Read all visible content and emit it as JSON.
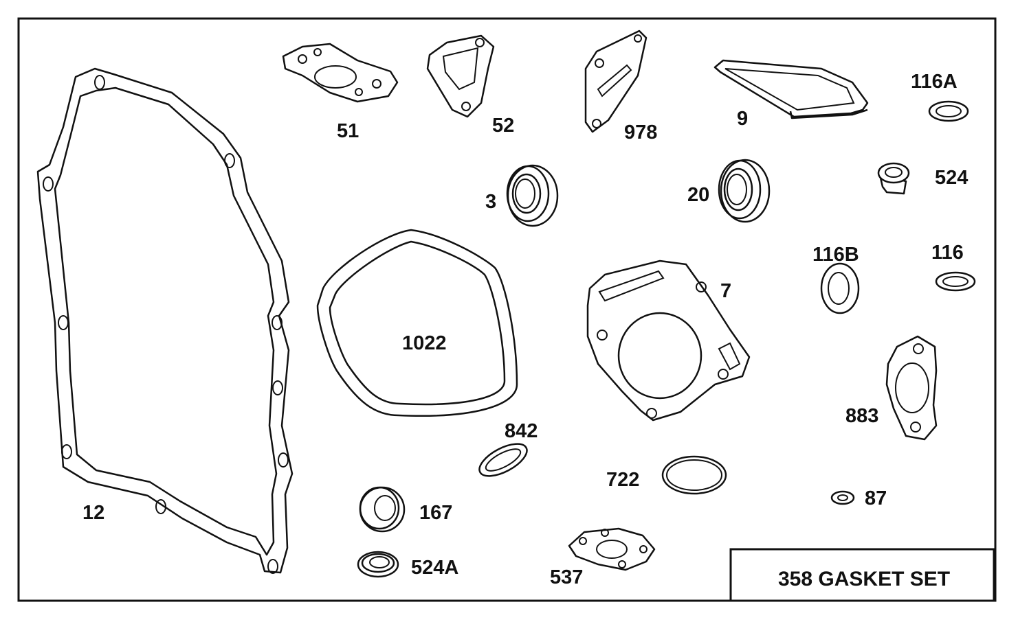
{
  "title_box": {
    "label": "358 GASKET SET"
  },
  "parts": {
    "p12": "12",
    "p51": "51",
    "p52": "52",
    "p978": "978",
    "p9": "9",
    "p116A": "116A",
    "p524": "524",
    "p3": "3",
    "p20": "20",
    "p116B": "116B",
    "p116": "116",
    "p1022": "1022",
    "p7": "7",
    "p883": "883",
    "p842": "842",
    "p722": "722",
    "p87": "87",
    "p167": "167",
    "p524A": "524A",
    "p537": "537"
  }
}
